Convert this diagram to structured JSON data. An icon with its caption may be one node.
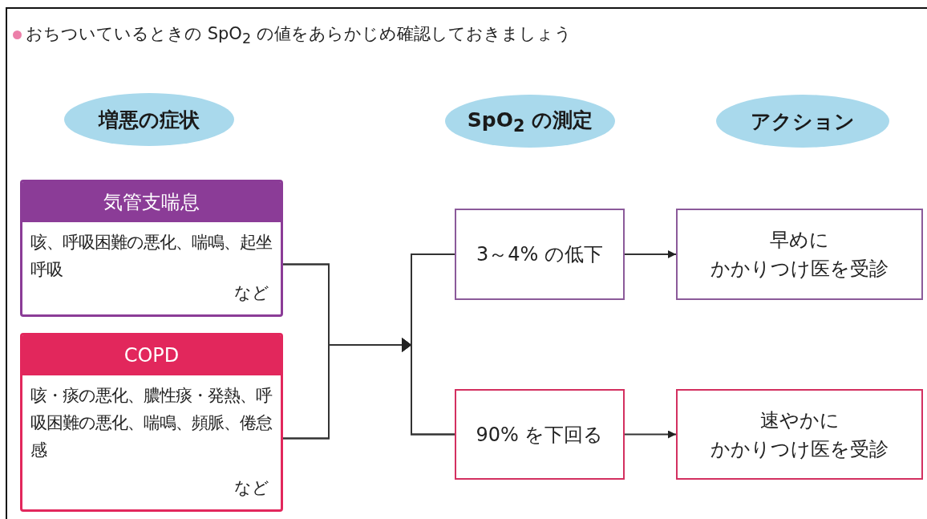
{
  "diagram": {
    "title": "おちついているときの SpO$_{2}$ の値をあらかじめ確認しておきましょう",
    "nodes": [
      {
        "text": [
          "増悪の症状"
        ]
      },
      {
        "text": [
          "SpO$_{2}$ の測定"
        ]
      },
      {
        "text": [
          "アクション"
        ]
      },
      {
        "text": [
          "気管支喘息",
          "咳、呼吸困難の悪化、喘鳴、起坐呼吸",
          "など"
        ]
      },
      {
        "text": [
          "COPD",
          "咳・痰の悪化、膿性痰・発熱、呼吸困難の悪化、喘鳴、頻脈、倦怠感",
          "など"
        ]
      },
      {
        "text": [
          "3～4% の低下"
        ]
      },
      {
        "text": [
          "90% を下回る"
        ]
      },
      {
        "text": [
          "早めに",
          "かかりつけ医を受診"
        ]
      },
      {
        "text": [
          "速やかに",
          "かかりつけ医を受診"
        ]
      }
    ],
    "edges": [
      {
        "from": 3,
        "to": 5,
        "arrow": "to"
      },
      {
        "from": 3,
        "to": 6,
        "arrow": "to"
      },
      {
        "from": 4,
        "to": 5,
        "arrow": "to"
      },
      {
        "from": 4,
        "to": 6,
        "arrow": "to"
      },
      {
        "from": 5,
        "to": 7,
        "arrow": "to"
      },
      {
        "from": 6,
        "to": 8,
        "arrow": "to"
      }
    ]
  }
}
